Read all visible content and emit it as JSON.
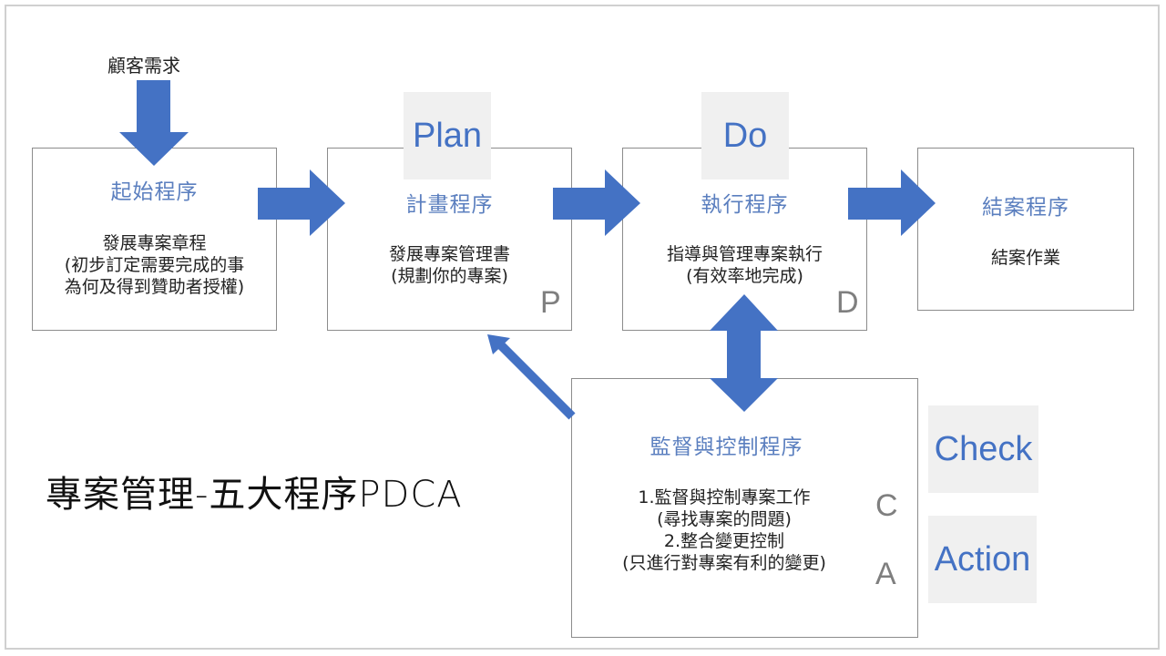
{
  "slide": {
    "title": "專案管理-五大程序PDCA",
    "input_label": "顧客需求"
  },
  "processes": [
    {
      "id": "initiating",
      "title": "起始程序",
      "body": "發展專案章程\n(初步訂定需要完成的事\n為何及得到贊助者授權)"
    },
    {
      "id": "planning",
      "title": "計畫程序",
      "body": "發展專案管理書\n(規劃你的專案)",
      "letter": "P"
    },
    {
      "id": "executing",
      "title": "執行程序",
      "body": "指導與管理專案執行\n(有效率地完成)",
      "letter": "D"
    },
    {
      "id": "closing",
      "title": "結案程序",
      "body": "結案作業"
    },
    {
      "id": "monitoring",
      "title": "監督與控制程序",
      "body": "1.監督與控制專案工作\n(尋找專案的問題)\n2.整合變更控制\n(只進行對專案有利的變更)",
      "letter_c": "C",
      "letter_a": "A"
    }
  ],
  "pdca_tags": {
    "plan": "Plan",
    "do": "Do",
    "check": "Check",
    "action": "Action"
  },
  "colors": {
    "arrow": "#4472c4",
    "process_title": "#5b7fbf",
    "tag_bg": "#f0f0f0",
    "tag_text": "#4472c4",
    "box_border": "#8c8c8c",
    "letter": "#7f7f7f"
  }
}
